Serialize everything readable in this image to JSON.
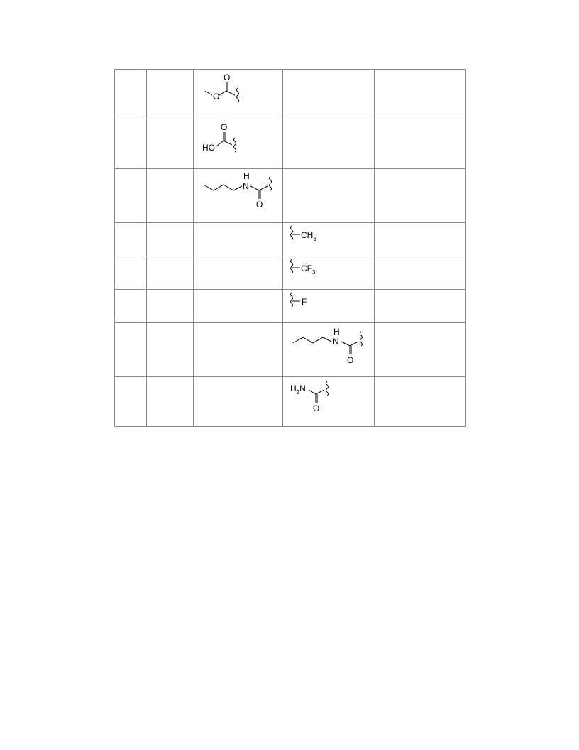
{
  "table": {
    "rows": [
      {
        "col3": {
          "structure": "methyl-ester",
          "atoms": {
            "o_top": "O",
            "o_mid": "O"
          }
        },
        "col4": null
      },
      {
        "col3": {
          "structure": "carboxylic-acid",
          "atoms": {
            "o_top": "O",
            "ho": "HO"
          }
        },
        "col4": null
      },
      {
        "col3": {
          "structure": "butyl-amide",
          "atoms": {
            "nh_h": "H",
            "nh_n": "N",
            "o_bot": "O"
          }
        },
        "col4": null
      },
      {
        "col3": null,
        "col4": {
          "structure": "methyl",
          "label": "CH",
          "sub": "3"
        }
      },
      {
        "col3": null,
        "col4": {
          "structure": "trifluoromethyl",
          "label": "CF",
          "sub": "3"
        }
      },
      {
        "col3": null,
        "col4": {
          "structure": "fluoro",
          "label": "F"
        }
      },
      {
        "col3": null,
        "col4": {
          "structure": "butyl-amide",
          "atoms": {
            "nh_h": "H",
            "nh_n": "N",
            "o_bot": "O"
          }
        }
      },
      {
        "col3": null,
        "col4": {
          "structure": "primary-amide",
          "atoms": {
            "h2n_h": "H",
            "h2n_sub": "2",
            "h2n_n": "N",
            "o_bot": "O"
          }
        }
      }
    ]
  }
}
